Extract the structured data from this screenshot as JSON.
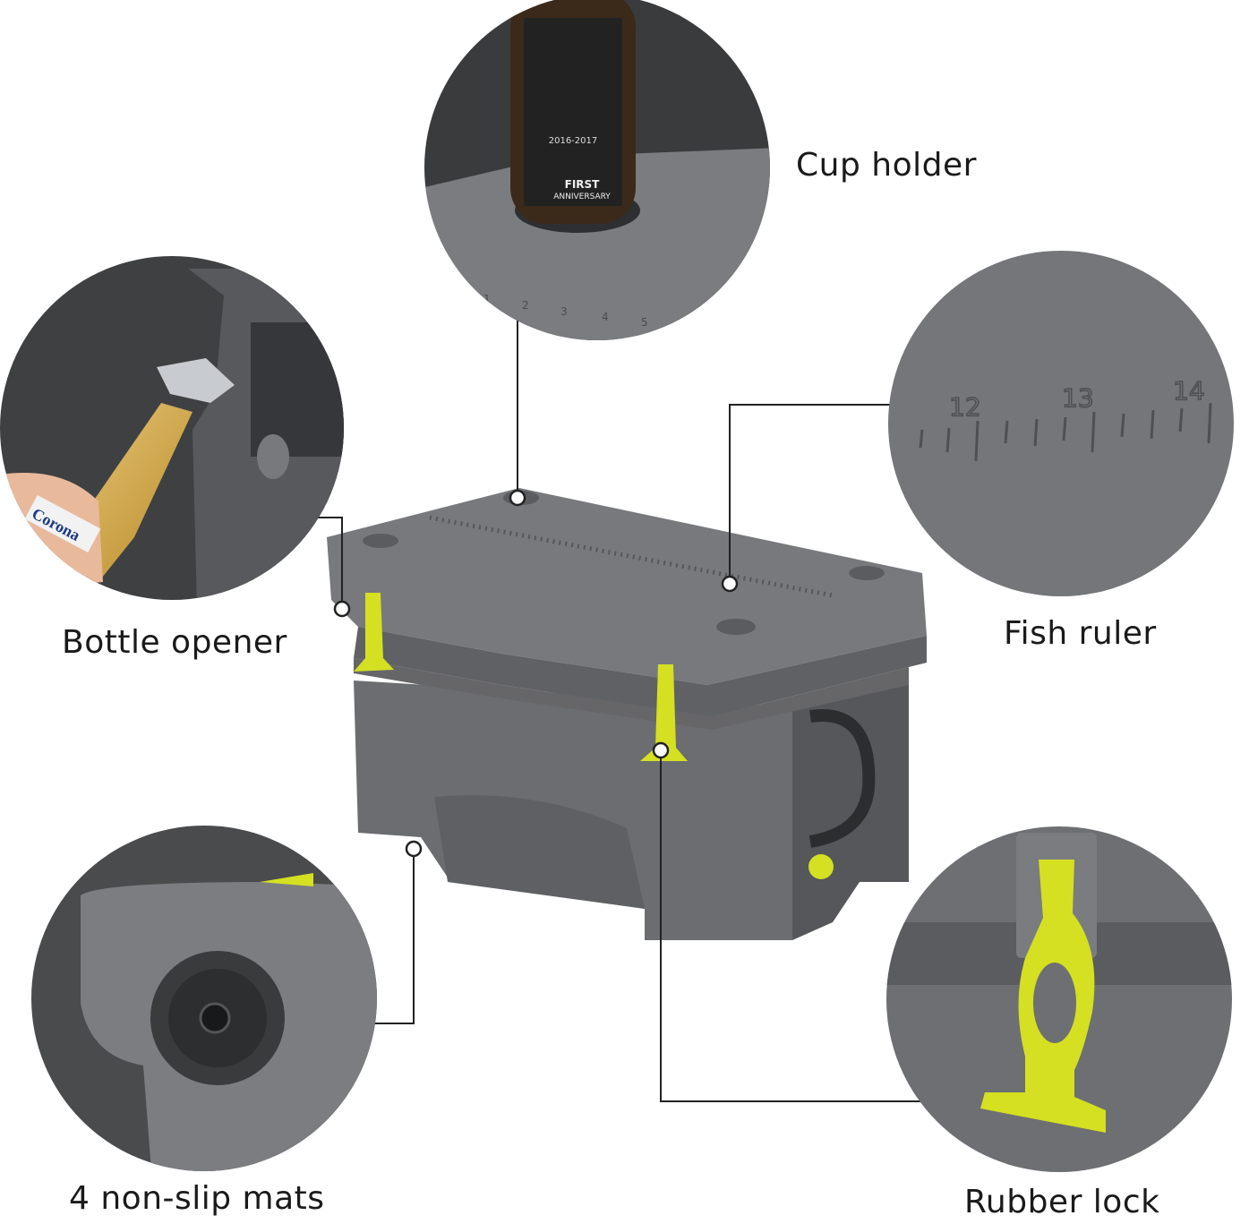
{
  "labels": {
    "cup_holder": "Cup holder",
    "bottle_opener": "Bottle opener",
    "fish_ruler": "Fish ruler",
    "non_slip_mats": "4 non-slip mats",
    "rubber_lock": "Rubber lock"
  },
  "bottle_label": {
    "years": "2016-2017",
    "line1": "FIRST",
    "line2": "ANNIVERSARY"
  },
  "beer_brand": "Corona",
  "ruler_small_numbers": [
    "1",
    "2",
    "3",
    "4",
    "5"
  ],
  "ruler_large_numbers": [
    "12",
    "13",
    "14"
  ],
  "colors": {
    "cooler_body": "#6b6d70",
    "cooler_lid": "#77797c",
    "latch": "#d4e021",
    "callout_line": "#222222",
    "background": "#ffffff"
  }
}
